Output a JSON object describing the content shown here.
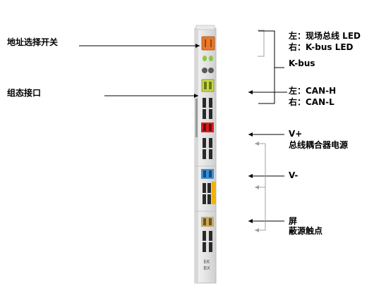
{
  "labels": {
    "address_switch": "地址选择开关",
    "config_interface": "组态接口",
    "leds_line1": "左：现场总线 LED",
    "leds_line2": "右：K-bus LED",
    "kbus": "K-bus",
    "can_line1": "左：CAN-H",
    "can_line2": "右：CAN-L",
    "vplus": "V+",
    "vplus_desc": "总线耦合器电源",
    "vminus": "V-",
    "shield": "屏",
    "shield_desc": "蔽源触点"
  },
  "module_print": {
    "top_code": "EK",
    "bottom_code": "BX"
  },
  "colors": {
    "orange_switch": "#e8782a",
    "green_led": "#8dc63f",
    "red_terminal": "#d42020",
    "blue_terminal": "#3e8fd0",
    "yellow_terminal": "#f0b400",
    "housing": "#e6e6e6",
    "line_black": "#000000",
    "line_gray": "#a0a0a0"
  }
}
